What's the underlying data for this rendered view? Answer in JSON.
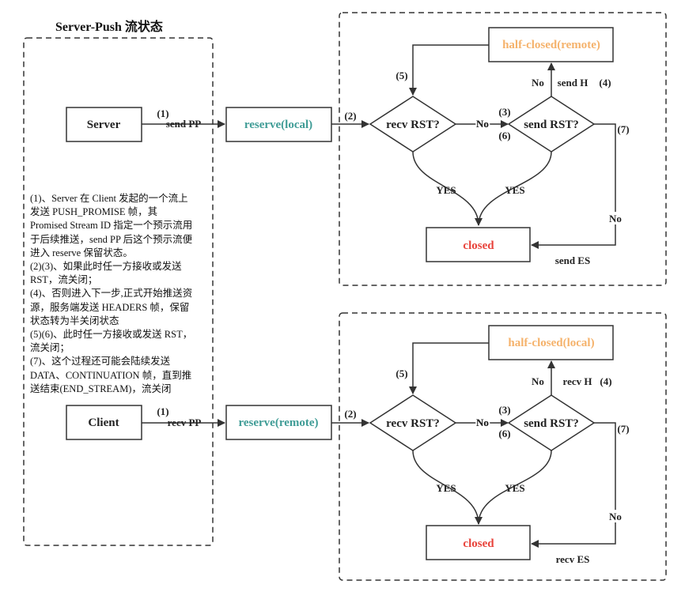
{
  "title": "Server-Push 流状态",
  "notes": [
    "(1)、Server 在 Client 发起的一个流上",
    "发送 PUSH_PROMISE 帧，其",
    "Promised Stream ID 指定一个预示流用",
    "于后续推送，send PP 后这个预示流便",
    "进入 reserve 保留状态。",
    "(2)(3)、如果此时任一方接收或发送",
    "RST，流关闭；",
    "(4)、否则进入下一步,正式开始推送资",
    "源，服务端发送 HEADERS 帧，保留",
    "状态转为半关闭状态",
    "(5)(6)、此时任一方接收或发送 RST，",
    "流关闭；",
    "(7)、这个过程还可能会陆续发送",
    "DATA、CONTINUATION 帧，直到推",
    "送结束(END_STREAM)，流关闭"
  ],
  "server_flow": {
    "actor": "Server",
    "step1": "(1)",
    "action": "send PP",
    "reserve": "reserve(local)",
    "step2": "(2)",
    "recv_rst": "recv RST?",
    "no_mid": "No",
    "step3": "(3)",
    "step6": "(6)",
    "send_rst": "send RST?",
    "step5": "(5)",
    "no_up": "No",
    "headers_label": "send H",
    "step4": "(4)",
    "half_closed": "half-closed(remote)",
    "step7": "(7)",
    "yes_left": "YES",
    "yes_right": "YES",
    "no_right": "No",
    "closed": "closed",
    "end_label": "send ES"
  },
  "client_flow": {
    "actor": "Client",
    "step1": "(1)",
    "action": "recv PP",
    "reserve": "reserve(remote)",
    "step2": "(2)",
    "recv_rst": "recv RST?",
    "no_mid": "No",
    "step3": "(3)",
    "step6": "(6)",
    "send_rst": "send RST?",
    "step5": "(5)",
    "no_up": "No",
    "headers_label": "recv H",
    "step4": "(4)",
    "half_closed": "half-closed(local)",
    "step7": "(7)",
    "yes_left": "YES",
    "yes_right": "YES",
    "no_right": "No",
    "closed": "closed",
    "end_label": "recv ES"
  },
  "colors": {
    "reserve": "#3f9c96",
    "half_closed": "#f5b26b",
    "closed": "#e8433b",
    "stroke": "#333333"
  }
}
